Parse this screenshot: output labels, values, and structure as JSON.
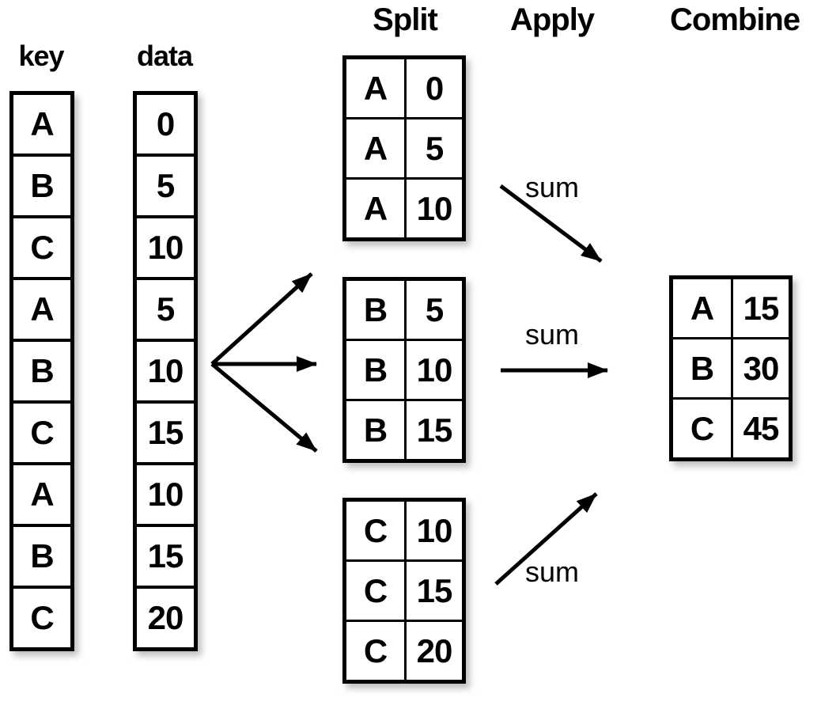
{
  "headers": {
    "key": "key",
    "data": "data",
    "split": "Split",
    "apply": "Apply",
    "combine": "Combine"
  },
  "key_column": {
    "values": [
      "A",
      "B",
      "C",
      "A",
      "B",
      "C",
      "A",
      "B",
      "C"
    ]
  },
  "data_column": {
    "values": [
      "0",
      "5",
      "10",
      "5",
      "10",
      "15",
      "10",
      "15",
      "20"
    ]
  },
  "split_tables": [
    {
      "group": "A",
      "rows": [
        {
          "key": "A",
          "value": "0"
        },
        {
          "key": "A",
          "value": "5"
        },
        {
          "key": "A",
          "value": "10"
        }
      ]
    },
    {
      "group": "B",
      "rows": [
        {
          "key": "B",
          "value": "5"
        },
        {
          "key": "B",
          "value": "10"
        },
        {
          "key": "B",
          "value": "15"
        }
      ]
    },
    {
      "group": "C",
      "rows": [
        {
          "key": "C",
          "value": "10"
        },
        {
          "key": "C",
          "value": "15"
        },
        {
          "key": "C",
          "value": "20"
        }
      ]
    }
  ],
  "apply": {
    "labels": [
      "sum",
      "sum",
      "sum"
    ]
  },
  "combine_table": {
    "rows": [
      {
        "key": "A",
        "value": "15"
      },
      {
        "key": "B",
        "value": "30"
      },
      {
        "key": "C",
        "value": "45"
      }
    ]
  },
  "colors": {
    "line": "#000000",
    "background": "#ffffff"
  }
}
